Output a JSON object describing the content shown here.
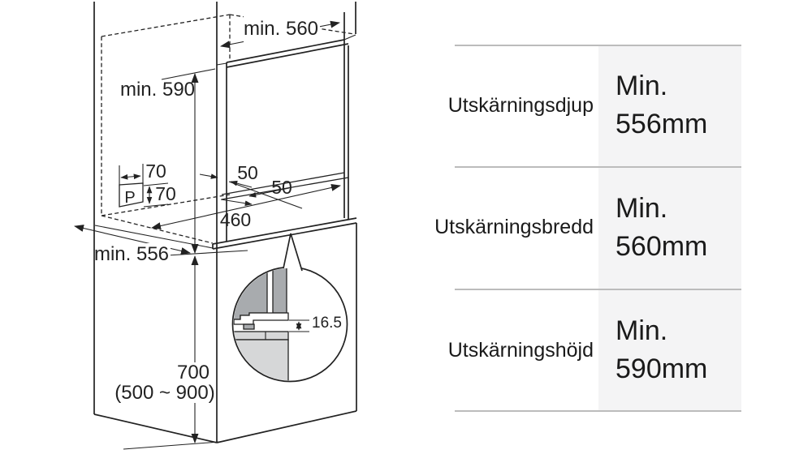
{
  "diagram": {
    "title": "built-in-oven-cutout-installation-drawing",
    "dims": {
      "min560": "min. 560",
      "min590": "min. 590",
      "d70a": "70",
      "d70b": "70",
      "p_label": "P",
      "d50a": "50",
      "d50b": "50",
      "d460": "460",
      "min556": "min. 556",
      "d700": "700",
      "d700_range": "(500 ~ 900)",
      "d165": "16.5"
    },
    "colors": {
      "line": "#222222",
      "dark_gray": "#a8abae",
      "light_gray": "#d6d7d8"
    }
  },
  "spec_table": {
    "rows": [
      {
        "label": "Utskärningsdjup",
        "value_line1": "Min.",
        "value_line2": "556mm"
      },
      {
        "label": "Utskärningsbredd",
        "value_line1": "Min.",
        "value_line2": "560mm"
      },
      {
        "label": "Utskärningshöjd",
        "value_line1": "Min.",
        "value_line2": "590mm"
      }
    ],
    "colors": {
      "divider": "#bcbcbc",
      "value_bg": "#f4f4f5",
      "text": "#1a1a1a"
    }
  }
}
